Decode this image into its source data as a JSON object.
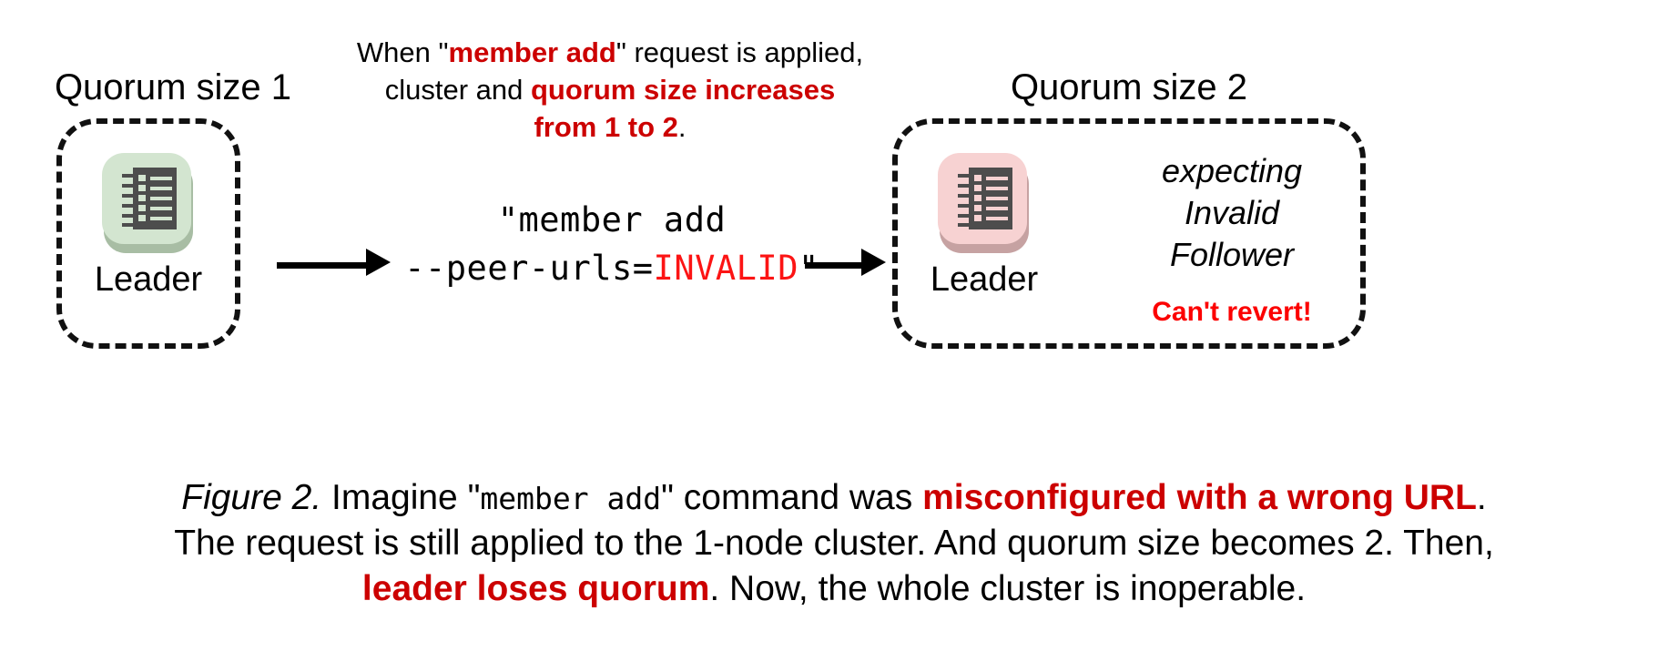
{
  "left_cluster": {
    "title": "Quorum size 1",
    "node": {
      "label": "Leader",
      "icon": "server-rack-icon",
      "tile_color": "#d3e5d0",
      "shadow_color": "#a8bda4"
    }
  },
  "right_cluster": {
    "title": "Quorum size 2",
    "node": {
      "label": "Leader",
      "icon": "server-rack-icon",
      "tile_color": "#f7d2d2",
      "shadow_color": "#c6a2a2"
    },
    "status_lines": [
      "expecting",
      "Invalid",
      "Follower"
    ],
    "warning": "Can't revert!",
    "warning_color": "#fc0000"
  },
  "annotation": {
    "part1": "When \"",
    "highlight1": "member add",
    "part2": "\" request is applied,",
    "part3": "cluster and ",
    "highlight2": "quorum size increases",
    "highlight3": "from 1 to 2",
    "part4": ".",
    "highlight_color": "#cc0000"
  },
  "command": {
    "line1": "\"member add",
    "line2_prefix": "--peer-urls=",
    "line2_invalid": "INVALID",
    "line2_suffix": "\"",
    "invalid_color": "#fc1414"
  },
  "caption": {
    "figure_label": "Figure 2.",
    "text1": " Imagine \"",
    "mono1": "member add",
    "text2": "\" command was ",
    "red1": "misconfigured with a wrong URL",
    "text3": ".",
    "line2": "The request is still applied to the 1-node cluster. And quorum size becomes 2. Then,",
    "red2": "leader loses quorum",
    "text4": ". Now, the whole cluster is inoperable."
  },
  "arrows": {
    "arrow1": "arrow-right-icon",
    "arrow2": "arrow-right-icon"
  }
}
